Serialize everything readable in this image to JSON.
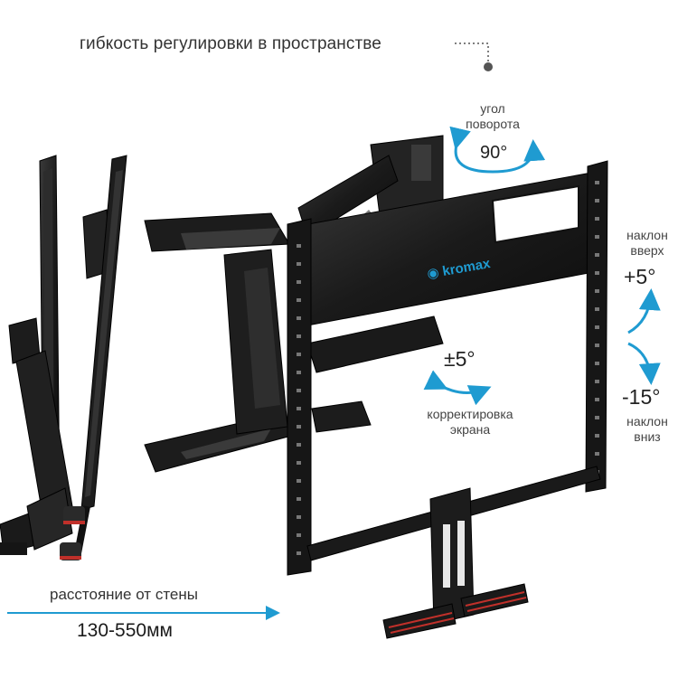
{
  "header": {
    "title": "гибкость регулировки в пространстве"
  },
  "rotation": {
    "label_line1": "угол",
    "label_line2": "поворота",
    "value": "90°"
  },
  "tilt": {
    "up_line1": "наклон",
    "up_line2": "вверх",
    "up_value": "+5°",
    "down_value": "-15°",
    "down_line1": "наклон",
    "down_line2": "вниз"
  },
  "leveling": {
    "value": "±5°",
    "label_line1": "корректировка",
    "label_line2": "экрана"
  },
  "distance": {
    "label": "расстояние от стены",
    "value": "130-550мм"
  },
  "brand": {
    "logo_text": "kromax"
  },
  "colors": {
    "accent_blue": "#1f9bd1",
    "metal_dark": "#1b1b1b",
    "accent_red": "#c0302a"
  }
}
